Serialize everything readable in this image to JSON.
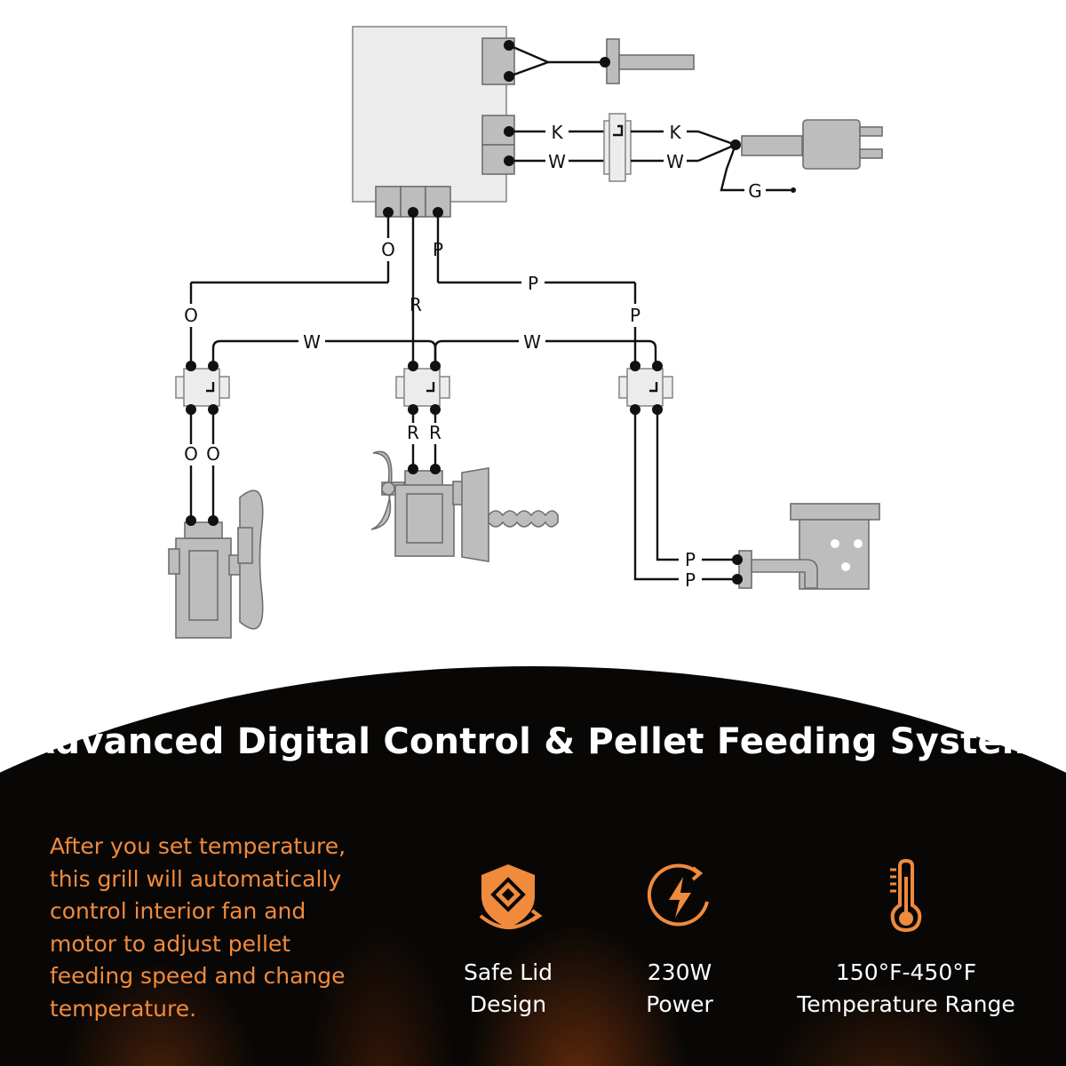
{
  "diagram": {
    "wire_labels": {
      "k_left": "K",
      "w_left": "W",
      "k_right": "K",
      "w_right": "W",
      "ground": "G",
      "orange_top": "O",
      "red_top": "R",
      "purple_top": "P",
      "purple_mid": "P",
      "orange_drop": "O",
      "purple_drop": "P",
      "white_left": "W",
      "white_right": "W",
      "orange_out_1": "O",
      "orange_out_2": "O",
      "red_out_1": "R",
      "red_out_2": "R",
      "purple_out_1": "P",
      "purple_out_2": "P"
    },
    "colors": {
      "wire": "#111111",
      "part_fill": "#bdbdbd",
      "part_stroke": "#6e6e6e"
    }
  },
  "banner": {
    "headline": "Advanced Digital Control & Pellet Feeding System",
    "description": [
      "After you set temperature,",
      "this grill will automatically",
      "control interior fan and",
      "motor to adjust pellet",
      "feeding speed and change",
      "temperature."
    ],
    "colors": {
      "background": "#080706",
      "accent": "#f08a3c",
      "text": "#ffffff"
    }
  },
  "features": [
    {
      "icon": "shield-icon",
      "lines": [
        "Safe Lid",
        "Design"
      ]
    },
    {
      "icon": "power-bolt-icon",
      "lines": [
        "230W",
        "Power"
      ]
    },
    {
      "icon": "thermometer-icon",
      "lines": [
        "150°F-450°F",
        "Temperature Range"
      ]
    }
  ]
}
